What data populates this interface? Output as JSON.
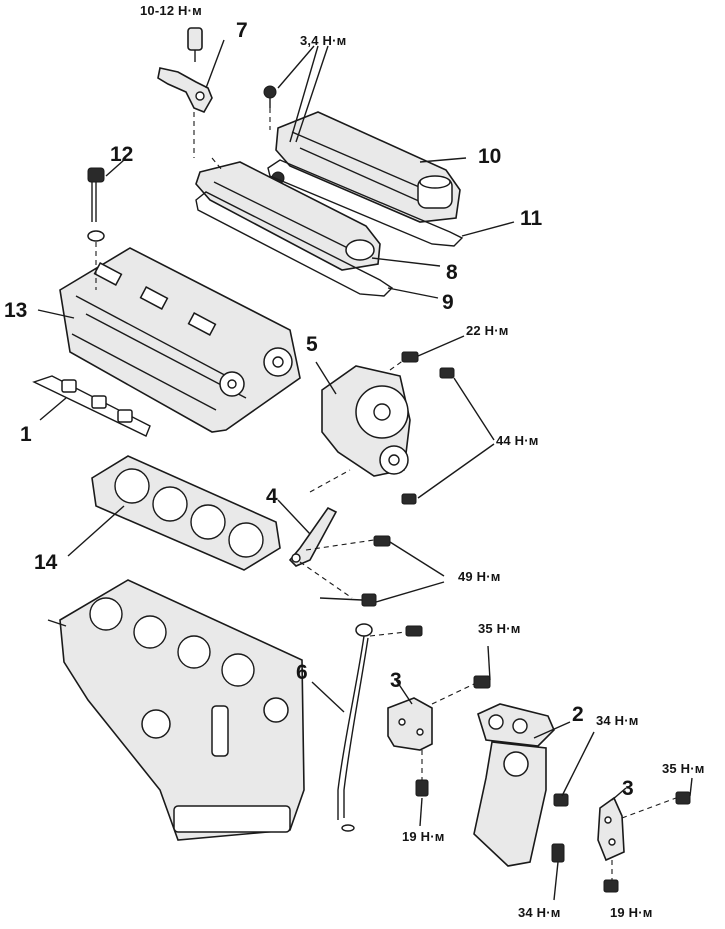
{
  "diagram": {
    "part_numbers": {
      "p1": "1",
      "p2": "2",
      "p3a": "3",
      "p3b": "3",
      "p4": "4",
      "p5": "5",
      "p6": "6",
      "p7": "7",
      "p8": "8",
      "p9": "9",
      "p10": "10",
      "p11": "11",
      "p12": "12",
      "p13": "13",
      "p14": "14"
    },
    "torque_labels": {
      "t_10_12": "10-12 Н·м",
      "t_3_4": "3,4 Н·м",
      "t_22": "22 Н·м",
      "t_44": "44 Н·м",
      "t_49": "49 Н·м",
      "t_35a": "35 Н·м",
      "t_34a": "34 Н·м",
      "t_35b": "35 Н·м",
      "t_19a": "19 Н·м",
      "t_34b": "34 Н·м",
      "t_19b": "19 Н·м"
    }
  }
}
